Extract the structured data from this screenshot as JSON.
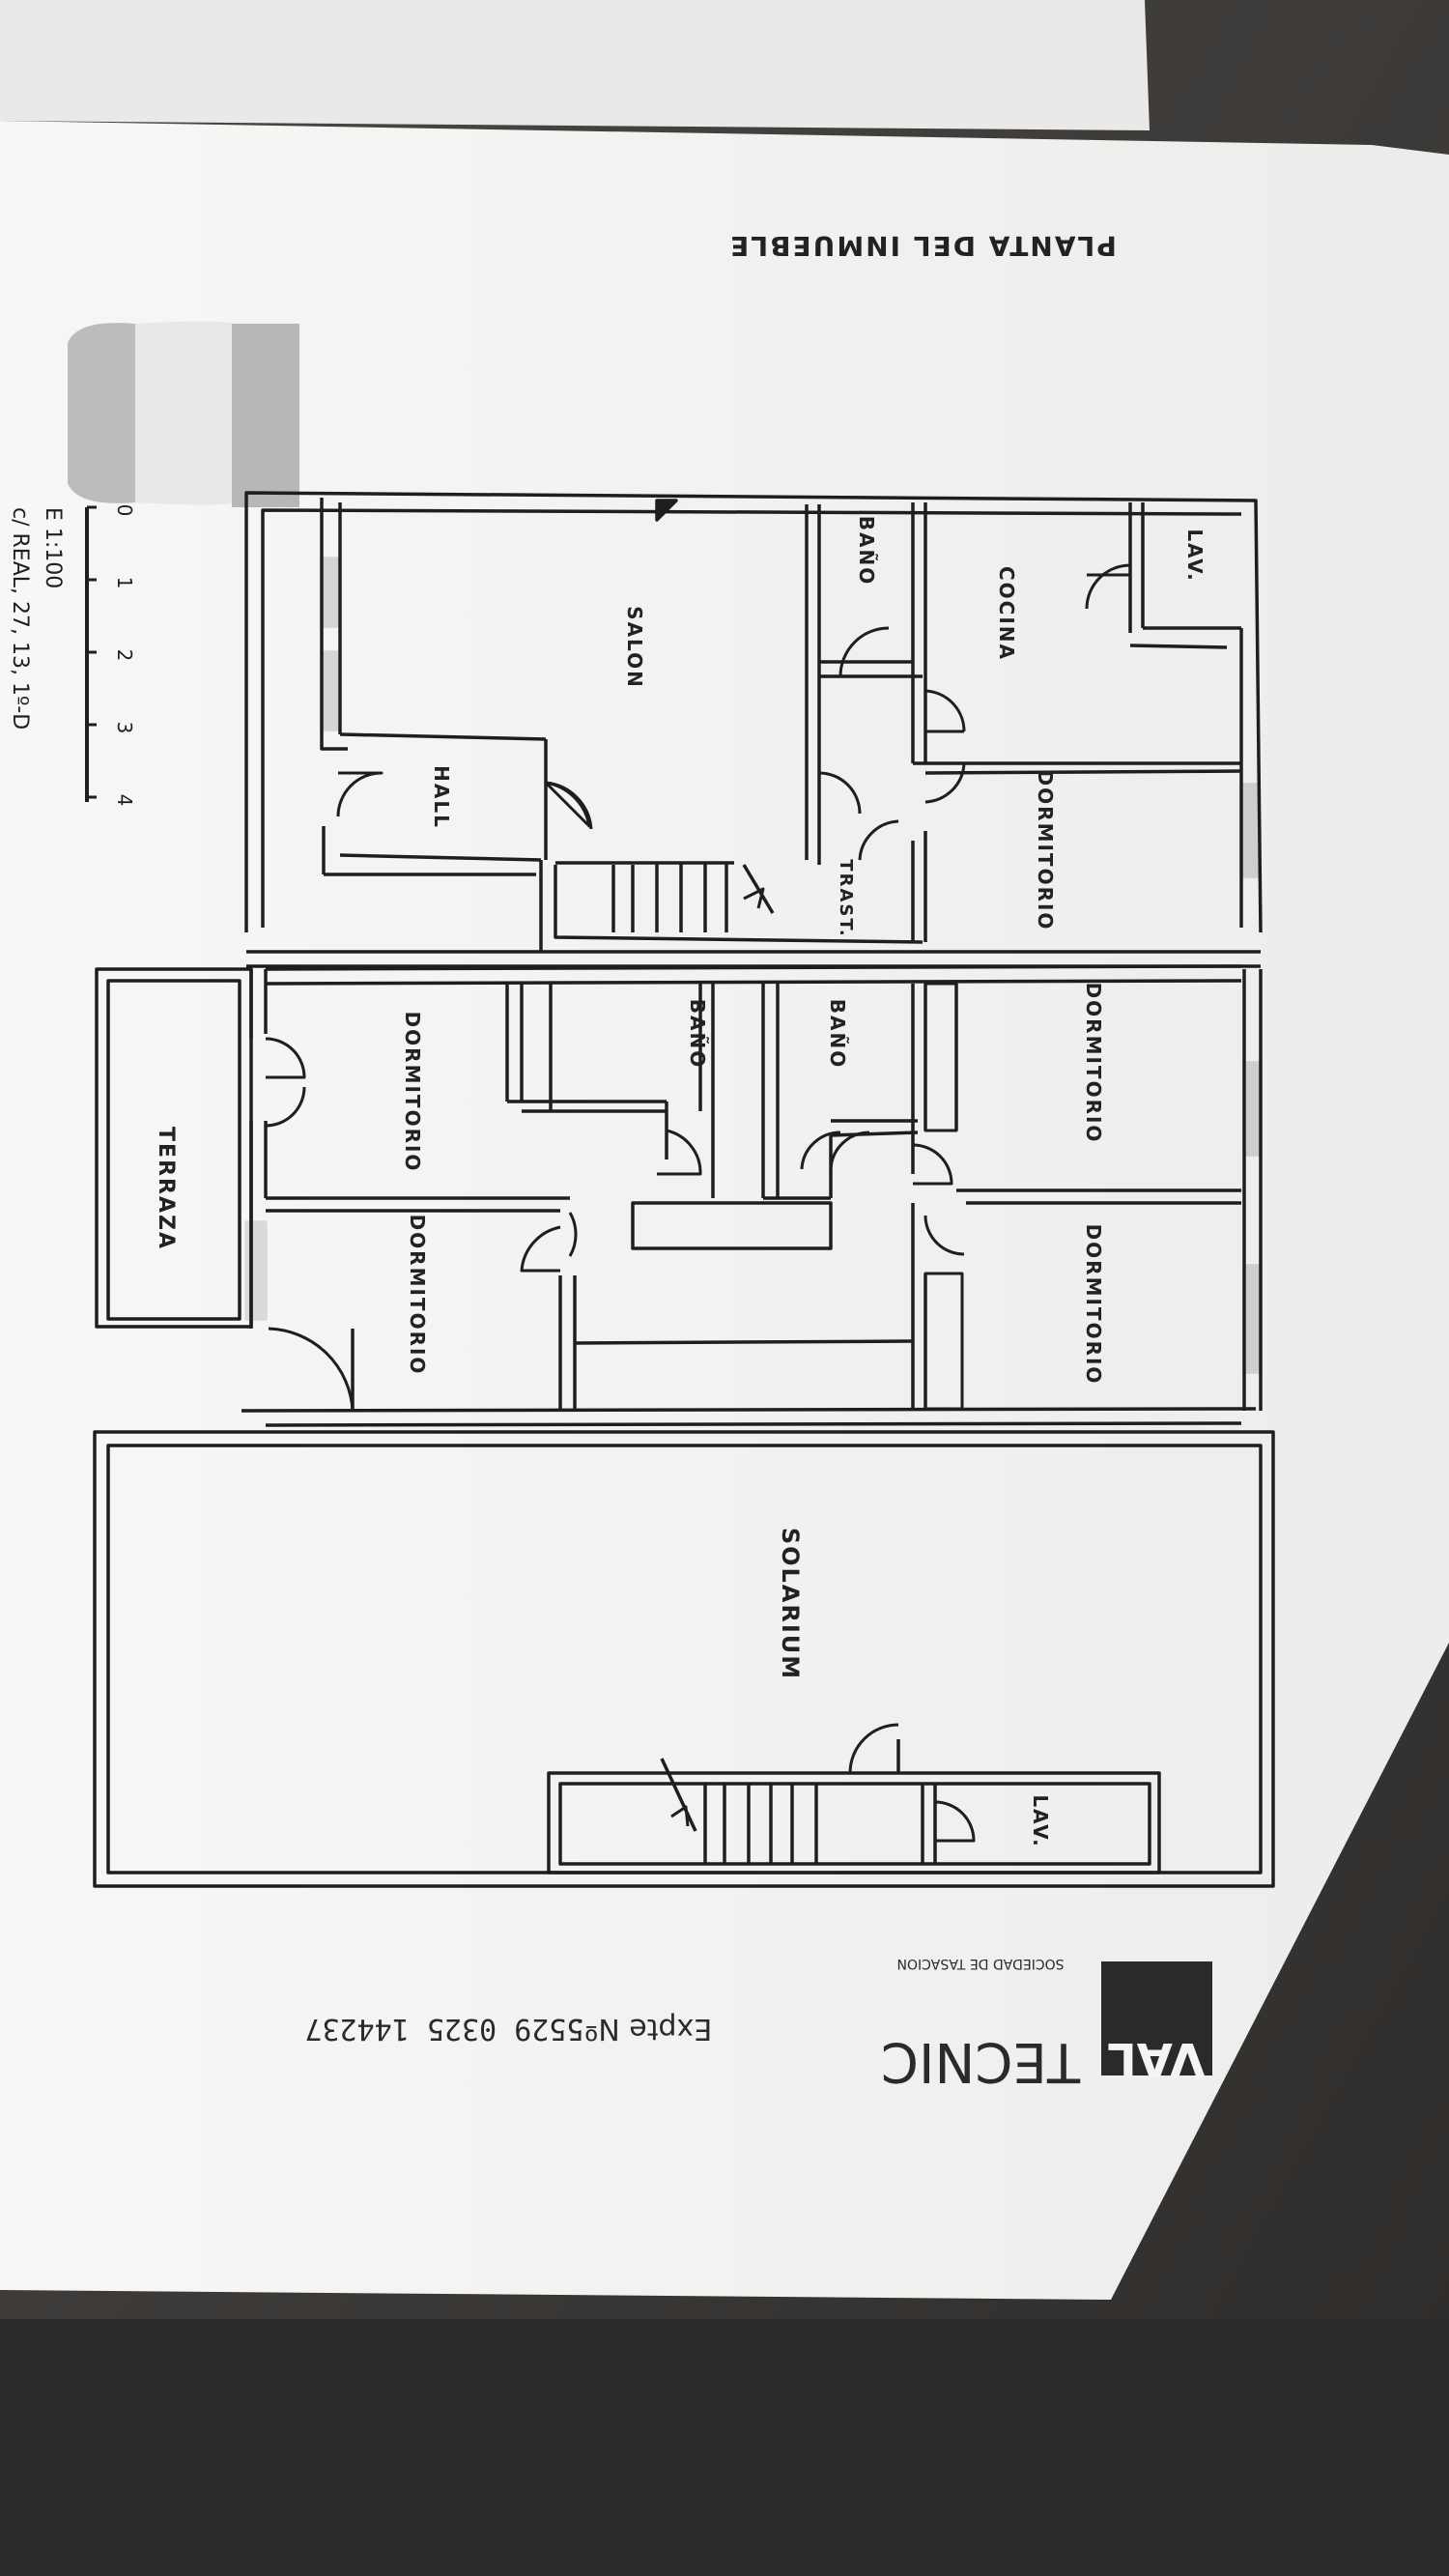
{
  "header": {
    "title": "PLANTA DEL INMUEBLE"
  },
  "scale": {
    "ticks": [
      "0",
      "1",
      "2",
      "3",
      "4"
    ],
    "label": "E 1:100",
    "address": "c/ REAL, 27, 13, 1º-D"
  },
  "rooms": {
    "lav_top": "LAV.",
    "cocina": "COCINA",
    "bano_1": "BAÑO",
    "salon": "SALON",
    "dormitorio_1": "DORMITORIO",
    "hall": "HALL",
    "trast": "TRAST.",
    "dormitorio_2": "DORMITORIO",
    "bano_2": "BAÑO",
    "bano_3": "BAÑO",
    "dormitorio_3": "DORMITORIO",
    "dormitorio_4": "DORMITORIO",
    "dormitorio_5": "DORMITORIO",
    "terraza": "TERRAZA",
    "solarium": "SOLARIUM",
    "lav_bottom": "LAV."
  },
  "brand": {
    "name_dark": "VAL",
    "name_light": "TECNIC",
    "tagline": "SOCIEDAD DE TASACION"
  },
  "expediente": {
    "label": "Expte Nº:",
    "number": "5529 0325 144237"
  },
  "colors": {
    "paper": "#f4f4f2",
    "ink": "#1e1e1e",
    "desk": "#3a3836",
    "brand": "#2a2a2a"
  }
}
